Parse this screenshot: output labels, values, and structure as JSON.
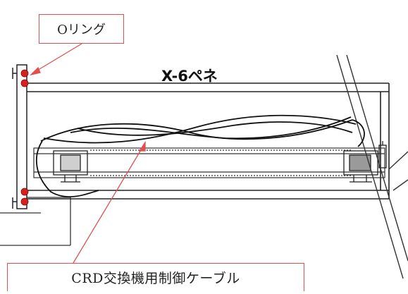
{
  "labels": {
    "oring": "Oリング",
    "penetration": "X-6ペネ",
    "cable": "CRD交換機用制御ケーブル"
  },
  "colors": {
    "callout_border": "#e0504f",
    "leader_line": "#e0504f",
    "seal_dot": "#d6221f",
    "outline": "#222222",
    "text": "#111111"
  }
}
